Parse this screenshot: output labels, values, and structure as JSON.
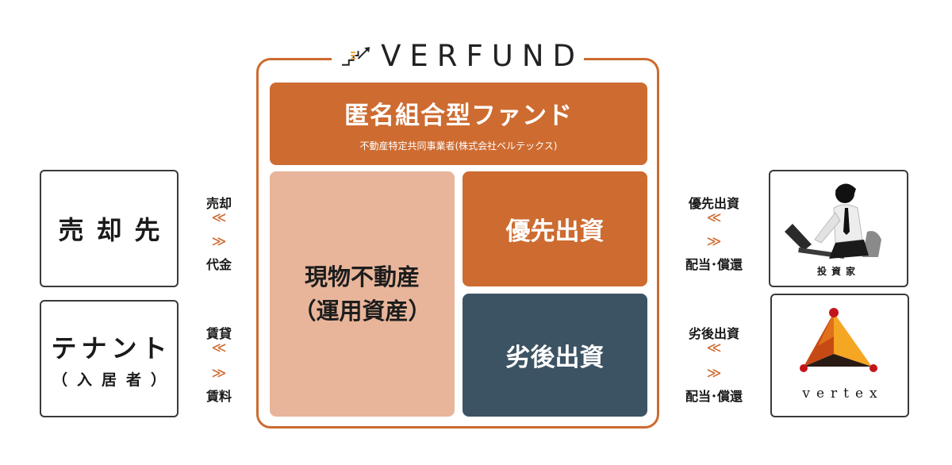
{
  "logo": {
    "text": "VERFUND"
  },
  "center": {
    "fund_title": "匿名組合型ファンド",
    "fund_subtitle": "不動産特定共同事業者(株式会社ベルテックス)",
    "asset_line1": "現物不動産",
    "asset_line2": "（運用資産）",
    "priority": "優先出資",
    "subordinate": "劣後出資"
  },
  "left": {
    "buyer_label": "売却先",
    "tenant_line1": "テナント",
    "tenant_line2": "（入居者）",
    "flows": {
      "buyer_in": "売却",
      "buyer_out": "代金",
      "tenant_in": "賃貸",
      "tenant_out": "賃料"
    }
  },
  "right": {
    "investor_label": "投資家",
    "vertex_label": "vertex",
    "flows": {
      "investor_in": "優先出資",
      "investor_out": "配当･償還",
      "vertex_in": "劣後出資",
      "vertex_out": "配当･償還"
    }
  },
  "arrows": {
    "to_left": "≪",
    "to_right": "≫"
  },
  "colors": {
    "orange": "#cd6b30",
    "peach": "#e8b59a",
    "slate": "#3c5363"
  }
}
